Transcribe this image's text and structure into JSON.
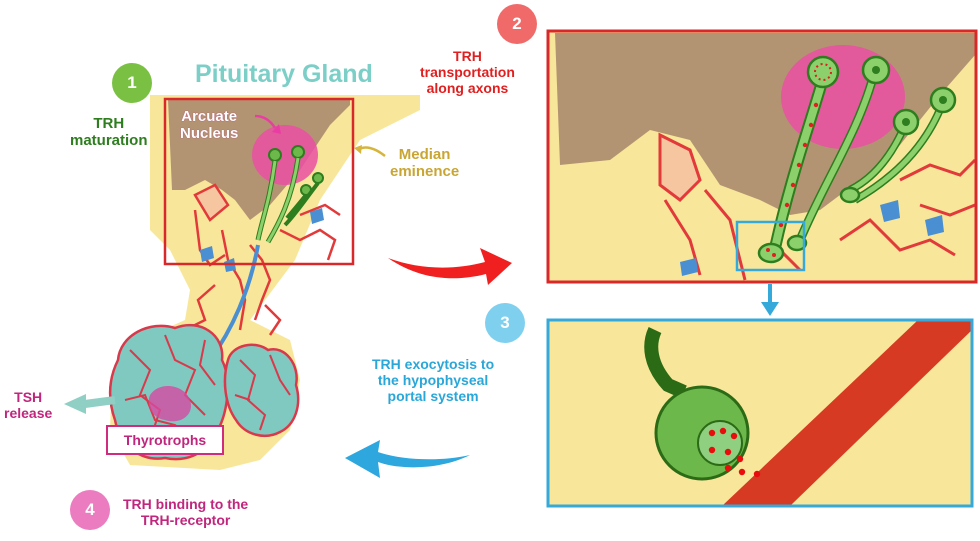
{
  "title": "Pituitary Gland",
  "labels": {
    "arcuate": [
      "Arcuate",
      "Nucleus"
    ],
    "median": [
      "Median",
      "eminence"
    ],
    "tsh": [
      "TSH",
      "release"
    ],
    "thyrotrophs": "Thyrotrophs"
  },
  "steps": [
    {
      "number": "1",
      "lines": [
        "TRH",
        "maturation"
      ],
      "color": "#7ac143",
      "text_color": "#2e7d1e"
    },
    {
      "number": "2",
      "lines": [
        "TRH",
        "transportation",
        "along axons"
      ],
      "color": "#f06a6a",
      "text_color": "#e02020"
    },
    {
      "number": "3",
      "lines": [
        "TRH exocytosis to",
        "the hypophyseal",
        "portal system"
      ],
      "color": "#7fd0ef",
      "text_color": "#2aa7d8"
    },
    {
      "number": "4",
      "lines": [
        "TRH binding to the",
        "TRH-receptor"
      ],
      "color": "#ec7cc0",
      "text_color": "#c0267d"
    }
  ],
  "colors": {
    "yellow": "#f8e79a",
    "brown": "#b39472",
    "pink": "#ea4fa3",
    "green": "#6cb84a",
    "red": "#e23a3a",
    "blue": "#34a9da",
    "teal": "#7fc9c0"
  },
  "icons": [
    "red-arrow-icon",
    "blue-arrow-icon",
    "blue-down-arrow-icon",
    "teal-arrow-icon"
  ]
}
